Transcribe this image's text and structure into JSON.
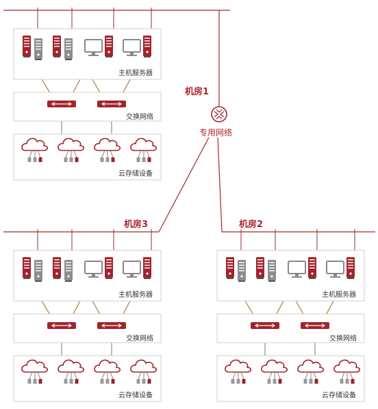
{
  "colors": {
    "accent": "#a3232b",
    "line": "#9b2a2a",
    "box_border": "#cfcfcf",
    "box_fill": "#ffffff",
    "gray_device": "#8a8a8a"
  },
  "private_network": {
    "label": "专用网络",
    "icon": "globe-router-icon"
  },
  "rooms": [
    {
      "id": "room1",
      "label": "机房1",
      "host_servers_label": "主机服务器",
      "switch_network_label": "交换网络",
      "cloud_storage_label": "云存储设备"
    },
    {
      "id": "room3",
      "label": "机房3",
      "host_servers_label": "主机服务器",
      "switch_network_label": "交换网络",
      "cloud_storage_label": "云存储设备"
    },
    {
      "id": "room2",
      "label": "机房2",
      "host_servers_label": "主机服务器",
      "switch_network_label": "交换网络",
      "cloud_storage_label": "云存储设备"
    }
  ]
}
